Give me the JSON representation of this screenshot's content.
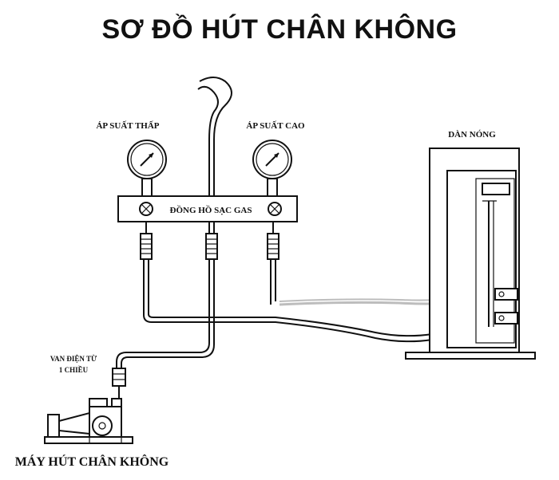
{
  "title": "SƠ ĐỒ HÚT CHÂN KHÔNG",
  "labels": {
    "low_pressure": "ÁP SUẤT THẤP",
    "high_pressure": "ÁP SUẤT CAO",
    "manifold": "ĐỒNG HỒ SẠC GAS",
    "outdoor_unit": "DÀN NÓNG",
    "solenoid_valve_line1": "VAN ĐIỆN TỪ",
    "solenoid_valve_line2": "1 CHIỀU",
    "vacuum_pump": "MÁY HÚT CHÂN KHÔNG"
  },
  "colors": {
    "ink": "#111111",
    "background": "#ffffff",
    "pipe_light": "#bdbdbd"
  }
}
